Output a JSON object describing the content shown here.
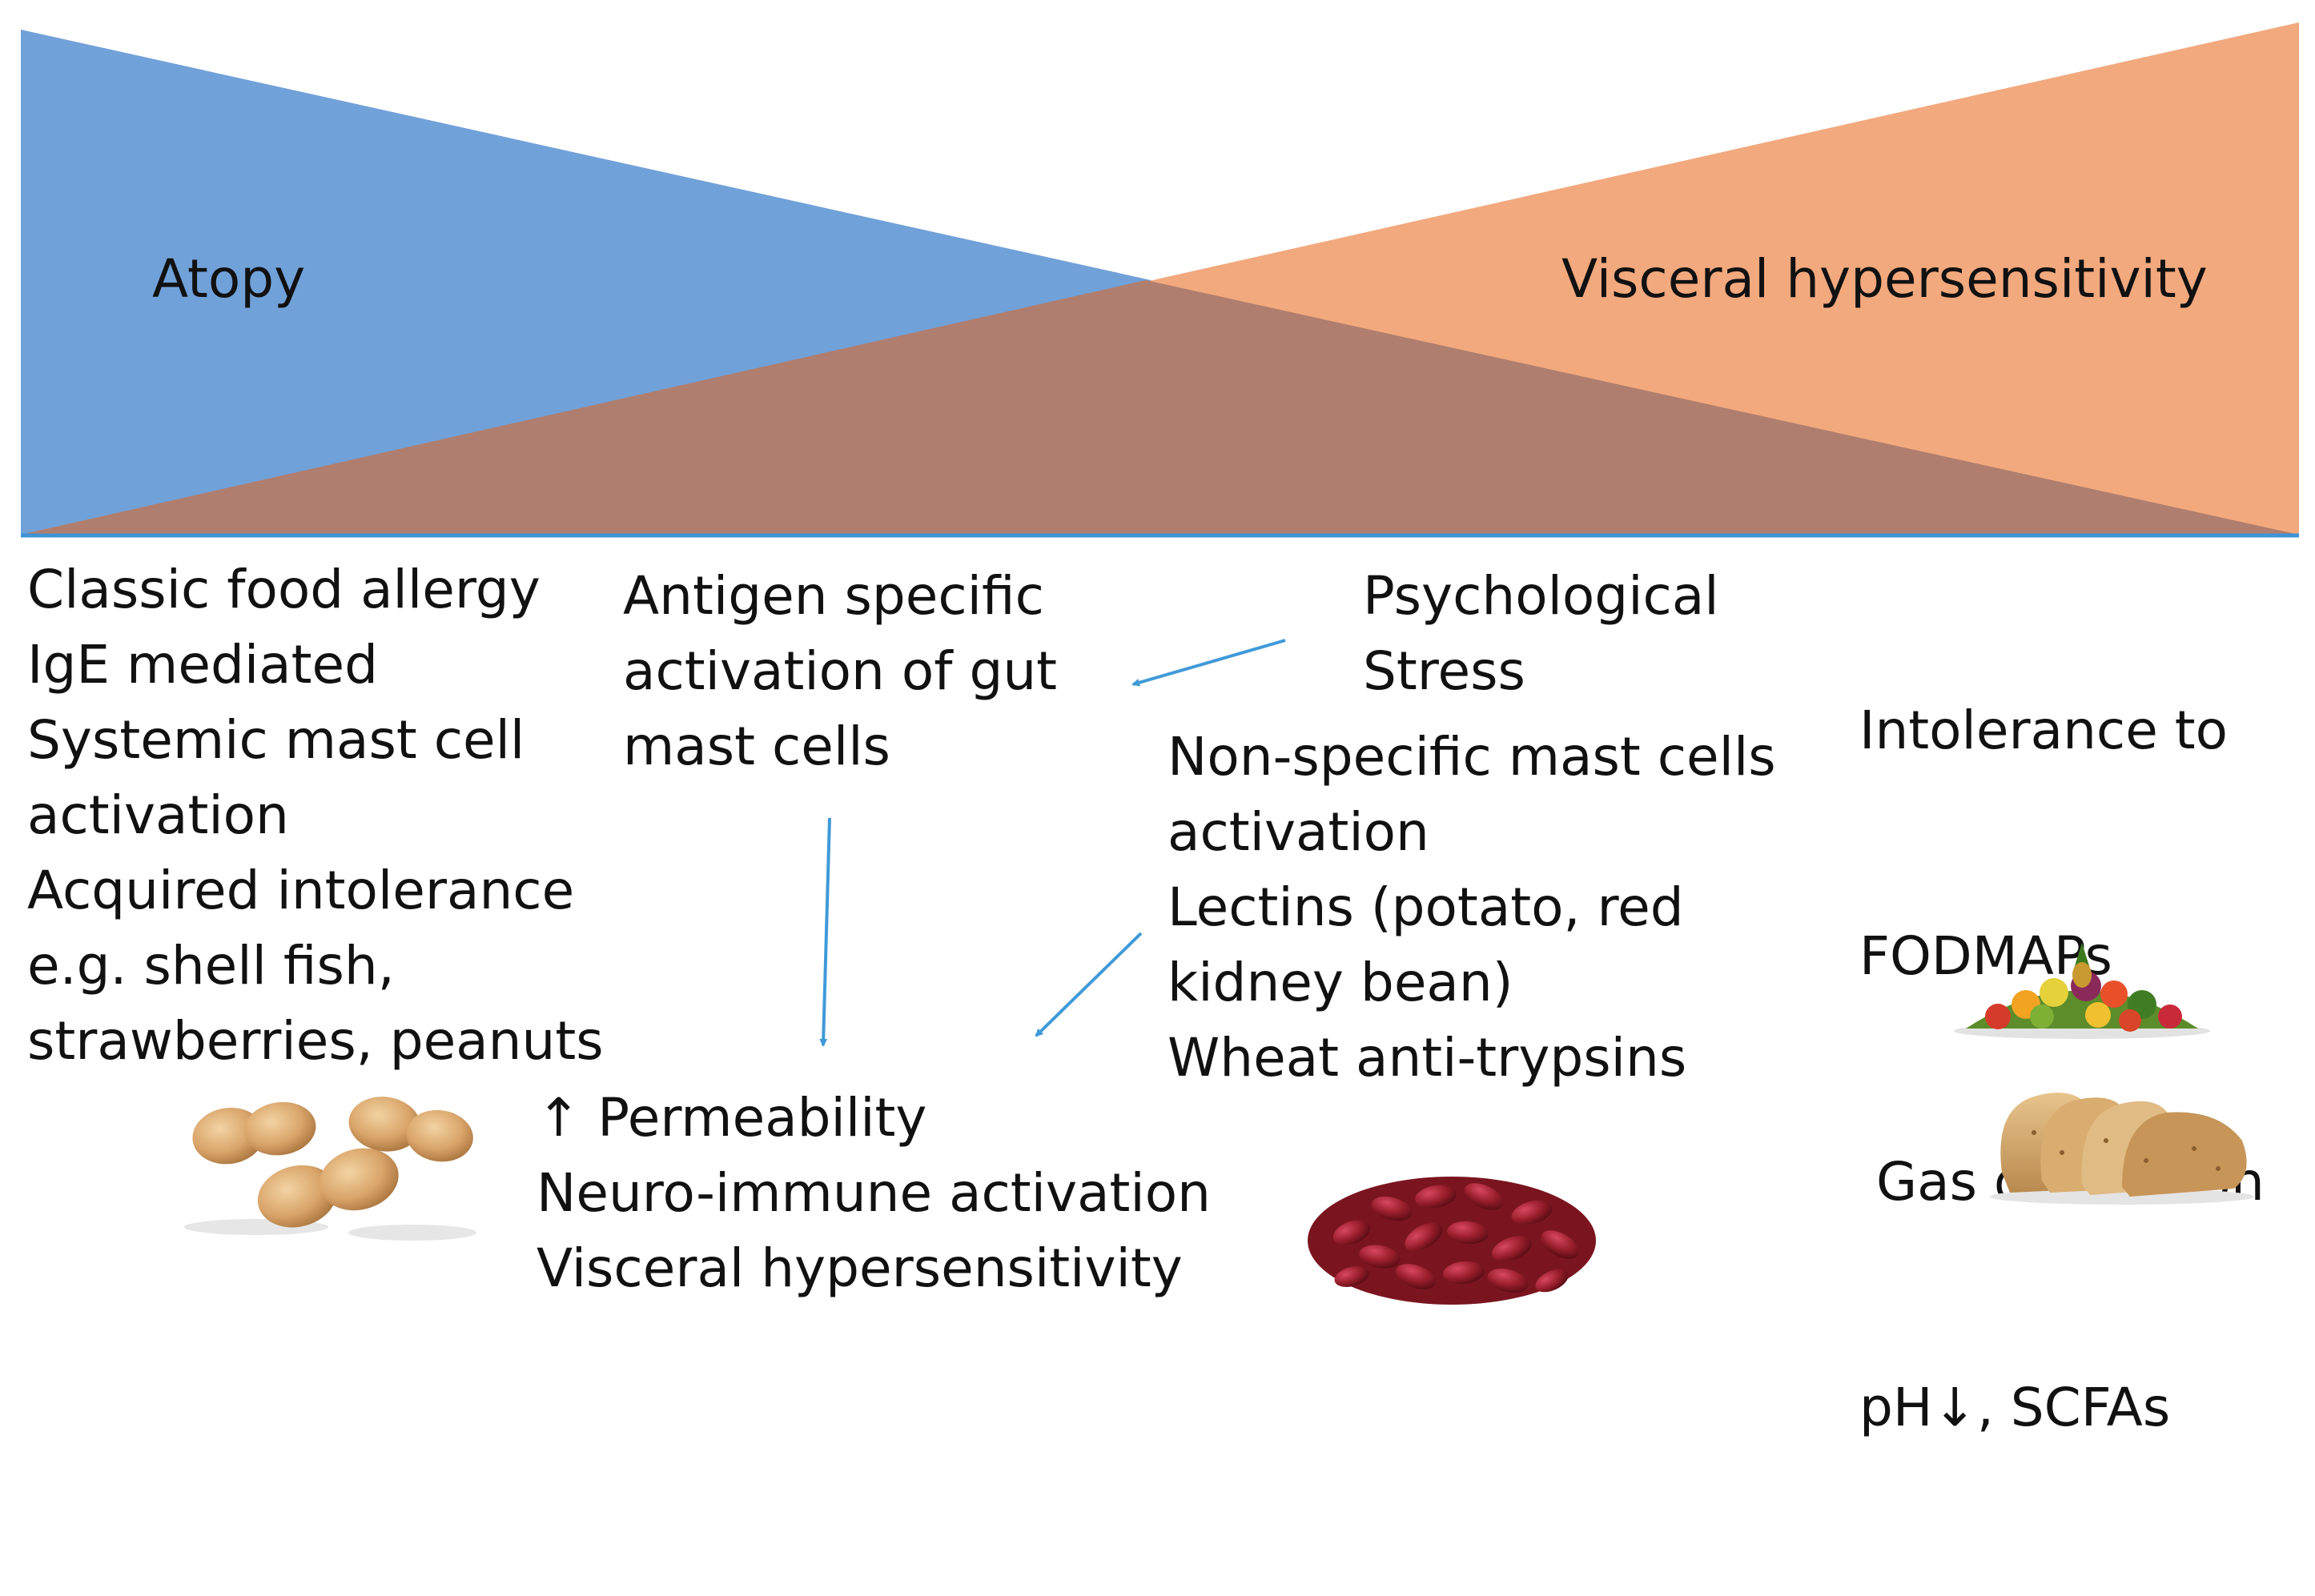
{
  "triangles": {
    "left_label": "Atopy",
    "right_label": "Visceral hypersensitivity",
    "left_color": "#71a1d9",
    "right_color": "#f2a97e",
    "overlap_color": "#b07e6e",
    "baseline_color": "#3f93d6"
  },
  "columns": {
    "col1": [
      "Classic food allergy",
      "IgE mediated",
      "Systemic mast cell",
      "activation",
      "Acquired intolerance",
      "e.g. shell fish,",
      "strawberries, peanuts"
    ],
    "col2": [
      "Antigen specific",
      "activation of gut",
      "mast cells"
    ],
    "col3_top": [
      "Psychological",
      "Stress"
    ],
    "col3": [
      "Non-specific mast cells",
      "activation",
      "Lectins (potato, red",
      "kidney bean)",
      "Wheat anti-trypsins"
    ],
    "col4": [
      "Intolerance to",
      "FODMAPs",
      " Gas distension",
      "pH↓, SCFAs"
    ],
    "outcome": [
      "↑ Permeability",
      "Neuro-immune activation",
      "Visceral hypersensitivity"
    ]
  },
  "arrows": {
    "color": "#3f9ad8"
  },
  "images": {
    "peanuts": "peanut-image",
    "kidney_beans": "kidney-bean-image",
    "fruits_vegetables": "fruit-vegetable-image",
    "bread": "bread-image"
  }
}
